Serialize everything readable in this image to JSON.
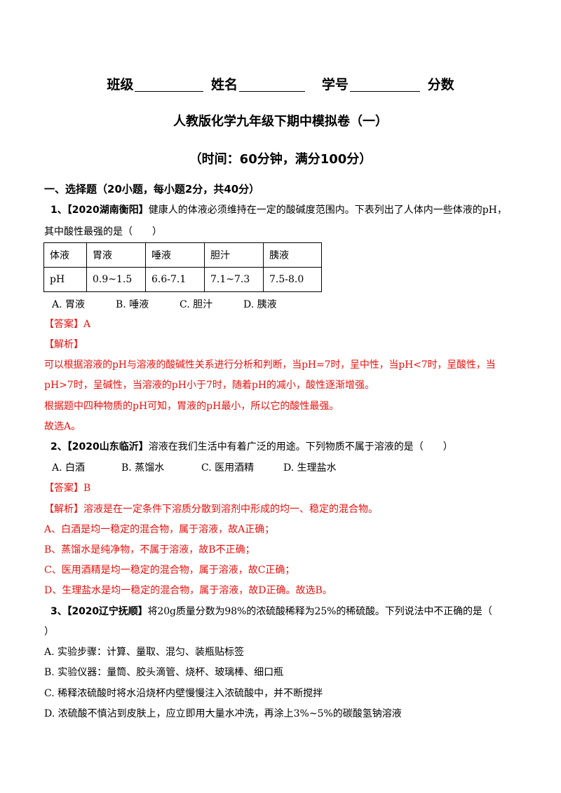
{
  "header": {
    "class_label": "班级",
    "name_label": "姓名",
    "id_label": "学号",
    "score_label": "分数"
  },
  "title": "人教版化学九年级下期中模拟卷（一）",
  "subtitle": "（时间：60分钟，满分100分）",
  "section1": "一、选择题（20小题，每小题2分，共40分）",
  "q1": {
    "num": "1、",
    "tag": "【2020湖南衡阳】",
    "text_l1": "健康人的体液必须维持在一定的酸碱度范围内。下表列出了人体内一些体液的pH，",
    "text_l2": "其中酸性最强的是（　　）",
    "table": {
      "header": [
        "体液",
        "胃液",
        "唾液",
        "胆汁",
        "胰液"
      ],
      "row": [
        "pH",
        "0.9~1.5",
        "6.6-7.1",
        "7.1~7.3",
        "7.5-8.0"
      ]
    },
    "options": [
      "A. 胃液",
      "B. 唾液",
      "C. 胆汁",
      "D. 胰液"
    ],
    "answer": "【答案】A",
    "analysis_label": "【解析】",
    "analysis": [
      "可以根据溶液的pH与溶液的酸碱性关系进行分析和判断，当pH=7时，呈中性，当pH<7时，呈酸性，当",
      "pH>7时，呈碱性，当溶液的pH小于7时，随着pH的减小，酸性逐渐增强。",
      "根据题中四种物质的pH可知，胃液的pH最小，所以它的酸性最强。",
      "故选A。"
    ]
  },
  "q2": {
    "num": "2、",
    "tag": "【2020山东临沂】",
    "text": "溶液在我们生活中有着广泛的用途。下列物质不属于溶液的是（　　）",
    "options": [
      "A. 白酒",
      "B. 蒸馏水",
      "C. 医用酒精",
      "D. 生理盐水"
    ],
    "answer": "【答案】B",
    "analysis": [
      "【解析】溶液是在一定条件下溶质分散到溶剂中形成的均一、稳定的混合物。",
      "A、白酒是均一稳定的混合物，属于溶液，故A正确；",
      "B、蒸馏水是纯净物，不属于溶液，故B不正确；",
      "C、医用酒精是均一稳定的混合物，属于溶液，故C正确；",
      "D、生理盐水是均一稳定的混合物，属于溶液，故D正确。故选B。"
    ]
  },
  "q3": {
    "num": "3、",
    "tag": "【2020辽宁抚顺】",
    "text_l1": "将20g质量分数为98%的浓硫酸稀释为25%的稀硫酸。下列说法中不正确的是（",
    "text_l2": "）",
    "options": [
      "A. 实验步骤：计算、量取、混匀、装瓶贴标签",
      "B. 实验仪器：量筒、胶头滴管、烧杯、玻璃棒、细口瓶",
      "C. 稀释浓硫酸时将水沿烧杯内壁慢慢注入浓硫酸中，并不断搅拌",
      "D. 浓硫酸不慎沾到皮肤上，应立即用大量水冲洗，再涂上3%~5%的碳酸氢钠溶液"
    ]
  }
}
